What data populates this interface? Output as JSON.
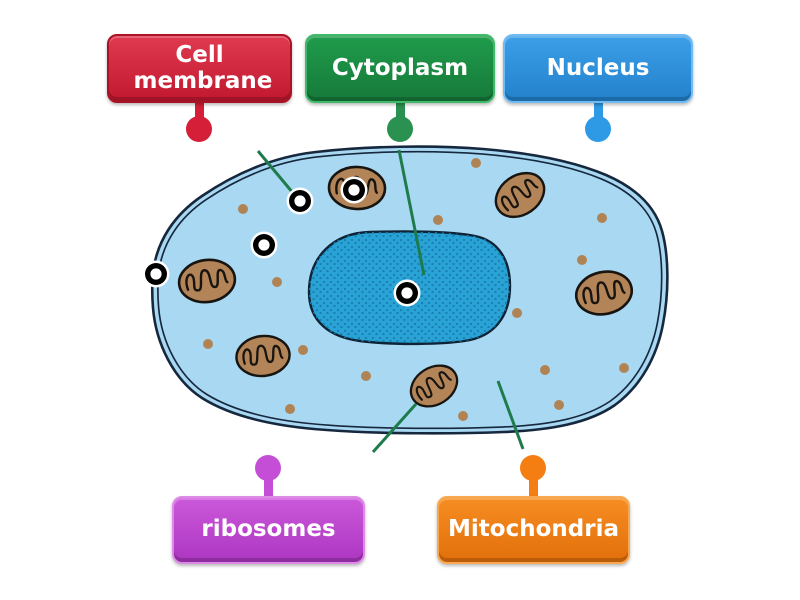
{
  "activity": {
    "kind": "labelled-diagram",
    "subject": "animal cell"
  },
  "labels": [
    {
      "text": "Cell membrane",
      "colors": {
        "fill_top": "#e03a50",
        "fill_bottom": "#c1182f",
        "border": "#aa1226",
        "pin": "#d51f38"
      }
    },
    {
      "text": "Cytoplasm",
      "colors": {
        "fill_top": "#1f9c4b",
        "fill_bottom": "#167a3a",
        "border": "#3fba68",
        "pin": "#2b9150"
      }
    },
    {
      "text": "Nucleus",
      "colors": {
        "fill_top": "#3c9fe8",
        "fill_bottom": "#2381cc",
        "border": "#6fbbf2",
        "pin": "#2e9ae6"
      }
    },
    {
      "text": "ribosomes",
      "colors": {
        "fill_top": "#cb58da",
        "fill_bottom": "#ad36c2",
        "border": "#dd8ae6",
        "pin": "#c44fd6"
      }
    },
    {
      "text": "Mitochondria",
      "colors": {
        "fill_top": "#f68d22",
        "fill_bottom": "#e2700b",
        "border": "#f8a851",
        "pin": "#f57e12"
      }
    }
  ],
  "diagram": {
    "background": "#ffffff",
    "cytoplasm_fill": "#a9d8f2",
    "membrane_stroke": "#16283e",
    "nucleus_fill": "#29a2d6",
    "nucleus_dot": "#1a7fae",
    "nucleus_stroke": "#0e2335",
    "mitochondrion_fill": "#b28457",
    "organelle_stroke": "#181410",
    "ribosome_dot_fill": "#b08355",
    "leader_line": "#1e7b4b",
    "target_ring": "#000000",
    "target_center": "#ffffff",
    "mitochondria_count": 6,
    "ribosome_dot_count": 15,
    "target_count": 5
  }
}
